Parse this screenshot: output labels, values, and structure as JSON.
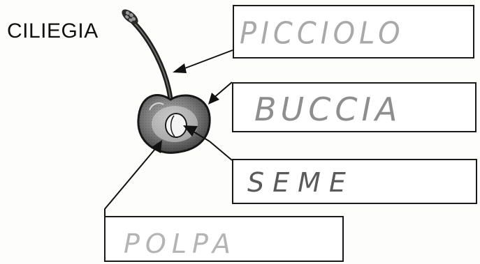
{
  "diagram": {
    "title": "CILIEGIA",
    "labels": {
      "picciolo": "PICCIOLO",
      "buccia": "BUCCIA",
      "seme": "SEME",
      "polpa": "POLPA"
    }
  }
}
